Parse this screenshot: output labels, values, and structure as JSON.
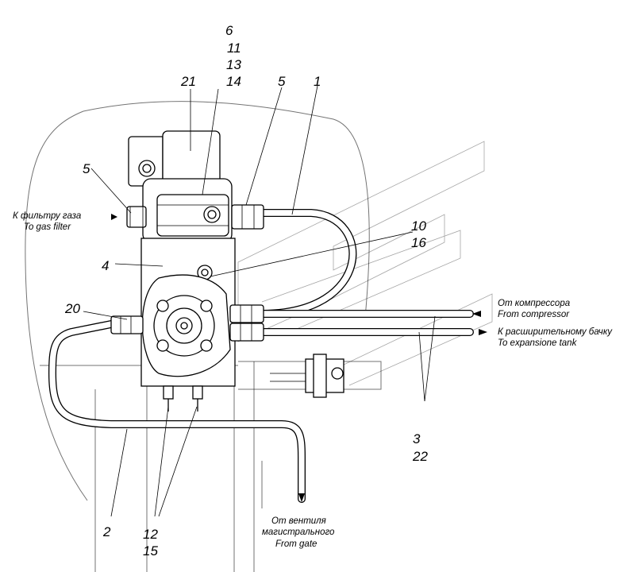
{
  "callouts": {
    "c6": "6",
    "c11": "11",
    "c13": "13",
    "c14": "14",
    "c21": "21",
    "c5_top": "5",
    "c1": "1",
    "c5_left": "5",
    "c10": "10",
    "c16": "16",
    "c4": "4",
    "c20": "20",
    "c3": "3",
    "c22": "22",
    "c2": "2",
    "c12": "12",
    "c15": "15"
  },
  "captions": {
    "gas_filter_ru": "К фильтру газа",
    "gas_filter_en": "To gas filter",
    "compressor_ru": "От компрессора",
    "compressor_en": "From compressor",
    "tank_ru": "К расширительному бачку",
    "tank_en": "To expansione tank",
    "gate_ru_1": "От вентиля",
    "gate_ru_2": "магистрального",
    "gate_en": "From gate"
  },
  "colors": {
    "line": "#000000",
    "background": "#ffffff"
  }
}
